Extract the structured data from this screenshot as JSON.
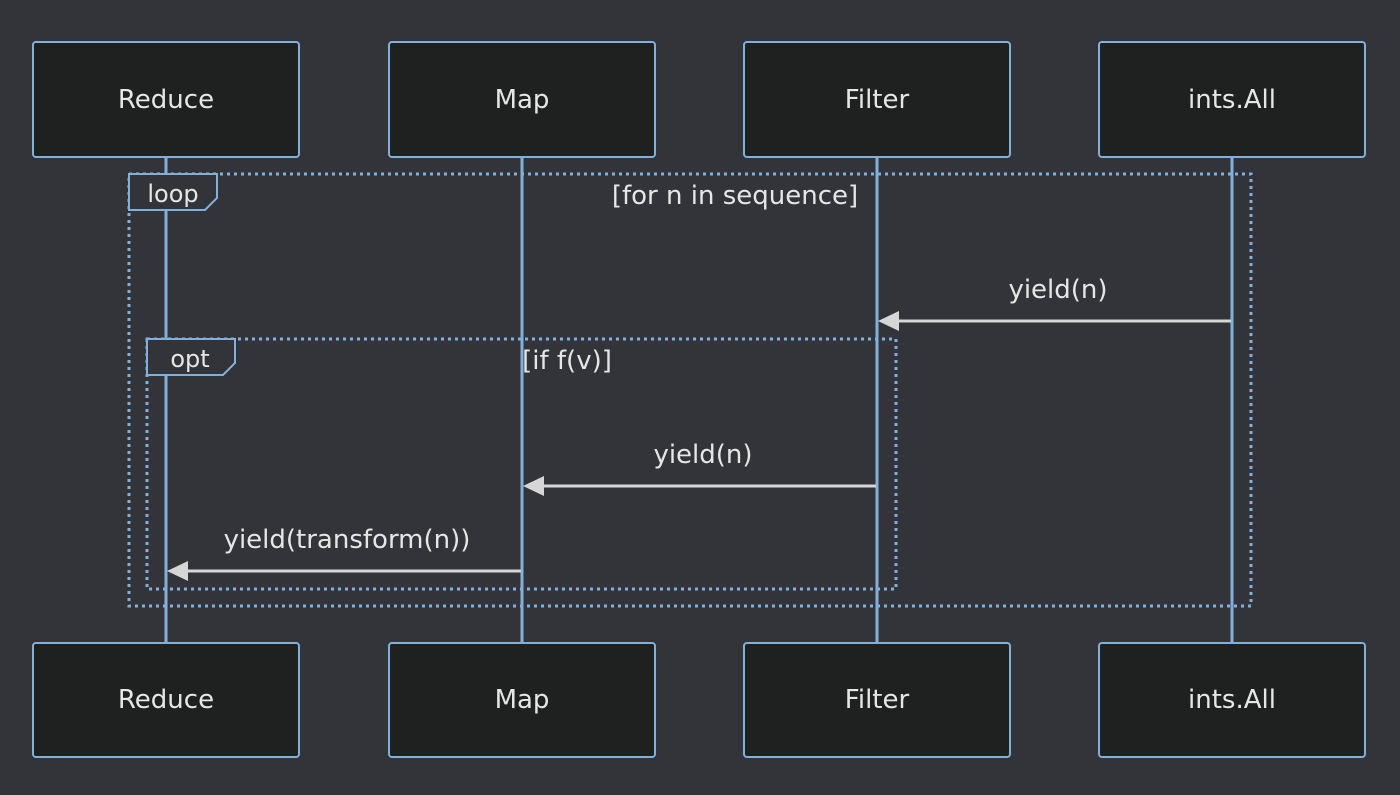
{
  "diagram": {
    "type": "sequence",
    "participants": [
      "Reduce",
      "Map",
      "Filter",
      "ints.All"
    ],
    "frames": [
      {
        "kind": "loop",
        "tag": "loop",
        "condition": "[for n in sequence]"
      },
      {
        "kind": "opt",
        "tag": "opt",
        "condition": "[if f(v)]"
      }
    ],
    "messages": [
      {
        "from": "ints.All",
        "to": "Filter",
        "label": "yield(n)"
      },
      {
        "from": "Filter",
        "to": "Map",
        "label": "yield(n)"
      },
      {
        "from": "Map",
        "to": "Reduce",
        "label": "yield(transform(n))"
      }
    ],
    "colors": {
      "background": "#333439",
      "actor_fill": "#1f2020",
      "accent": "#81b1db",
      "text": "#e6e6e6",
      "arrow": "#d6d6d6"
    }
  }
}
